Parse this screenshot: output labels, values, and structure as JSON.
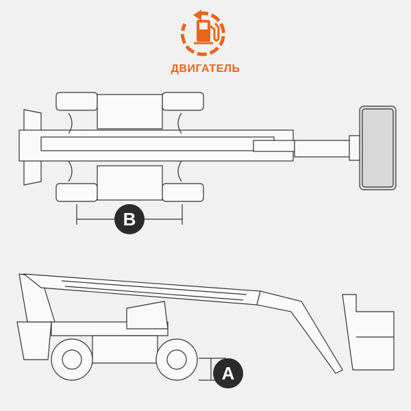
{
  "header": {
    "icon": "fuel-pump-cycle-icon",
    "label": "ДВИГАТЕЛЬ"
  },
  "dimensions": {
    "width_marker": "B",
    "ground_clearance_marker": "A"
  },
  "colors": {
    "accent": "#e8661c",
    "line": "#333333",
    "badge": "#2b2b2b",
    "background": "#f1f1f1"
  }
}
